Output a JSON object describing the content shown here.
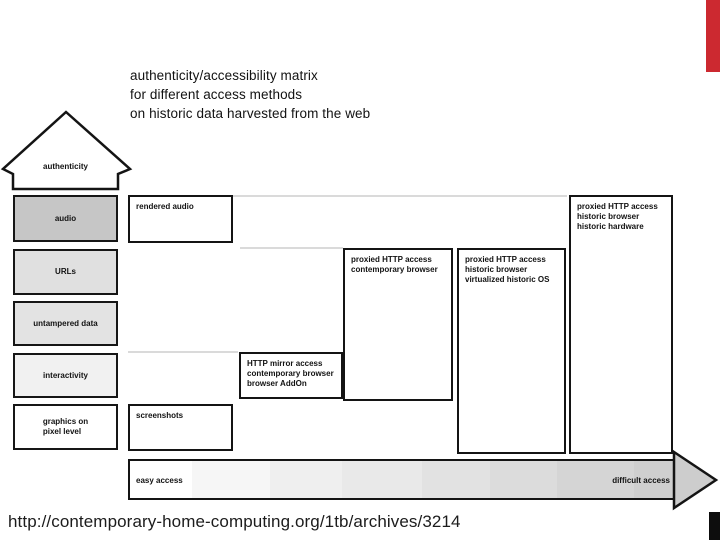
{
  "title": "authenticity/accessibility matrix\nfor different access methods\non historic data harvested from the web",
  "colors": {
    "accent_red": "#cc2930",
    "ink": "#141414",
    "gridline": "#dadada"
  },
  "matrix": {
    "axis_label": "authenticity",
    "rows": [
      {
        "label": "audio",
        "fill": "#c6c6c6"
      },
      {
        "label": "URLs",
        "fill": "#e0e0e0"
      },
      {
        "label": "untampered data",
        "fill": "#e3e3e3"
      },
      {
        "label": "interactivity",
        "fill": "#f1f1f1"
      },
      {
        "label": "graphics on\npixel level",
        "fill": "#ffffff"
      }
    ],
    "methods": [
      {
        "label": "rendered audio"
      },
      {
        "label": "screenshots"
      },
      {
        "label": "HTTP mirror access\ncontemporary browser\nbrowser AddOn"
      },
      {
        "label": "proxied HTTP access\ncontemporary browser"
      },
      {
        "label": "proxied HTTP access\nhistoric browser\nvirtualized historic OS"
      },
      {
        "label": "proxied HTTP access\nhistoric browser\nhistoric hardware"
      }
    ],
    "x_axis": {
      "left_label": "easy access",
      "right_label": "difficult access"
    }
  },
  "footer": {
    "url": "http://contemporary-home-computing.org/1tb/archives/3214"
  }
}
